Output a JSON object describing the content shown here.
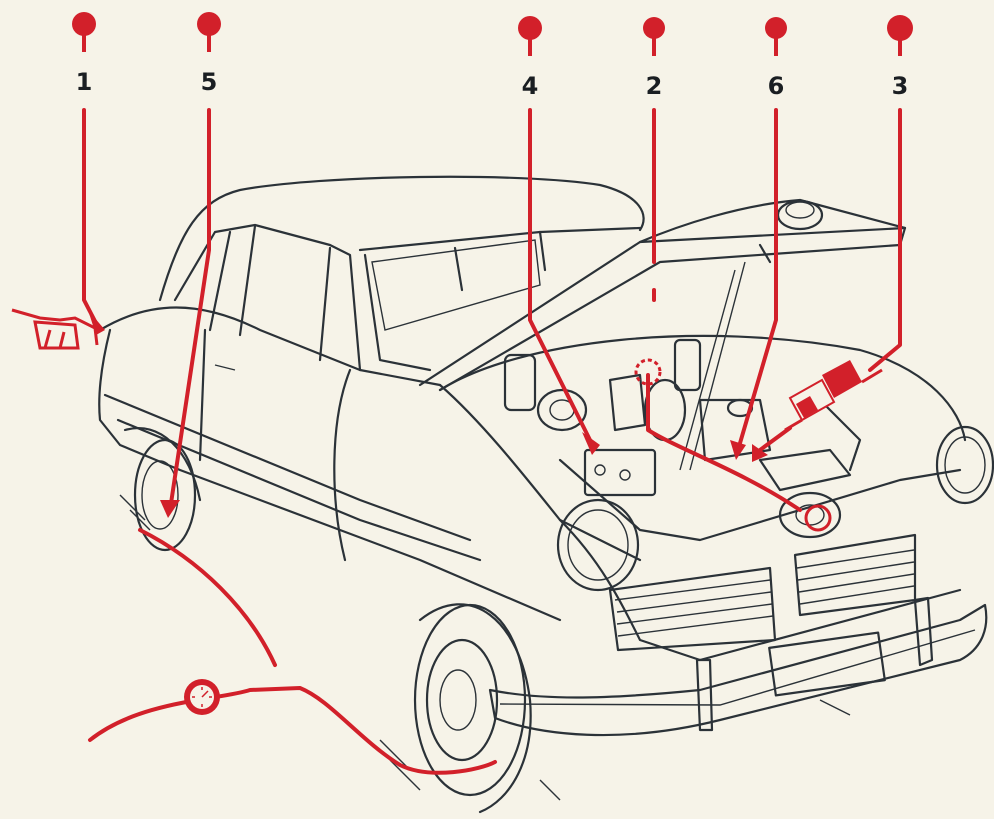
{
  "accent_color": "#d2202a",
  "ink_color": "#2b3238",
  "background_color": "#f6f3e8",
  "callouts": [
    {
      "number": "1",
      "target": "fuel-filler"
    },
    {
      "number": "5",
      "target": "tire-pressure"
    },
    {
      "number": "4",
      "target": "battery"
    },
    {
      "number": "2",
      "target": "distributor"
    },
    {
      "number": "6",
      "target": "coolant-radiator"
    },
    {
      "number": "3",
      "target": "oil-can"
    }
  ],
  "icons": [
    "fuel-nozzle-icon",
    "pressure-gauge-icon",
    "oil-can-icon"
  ]
}
